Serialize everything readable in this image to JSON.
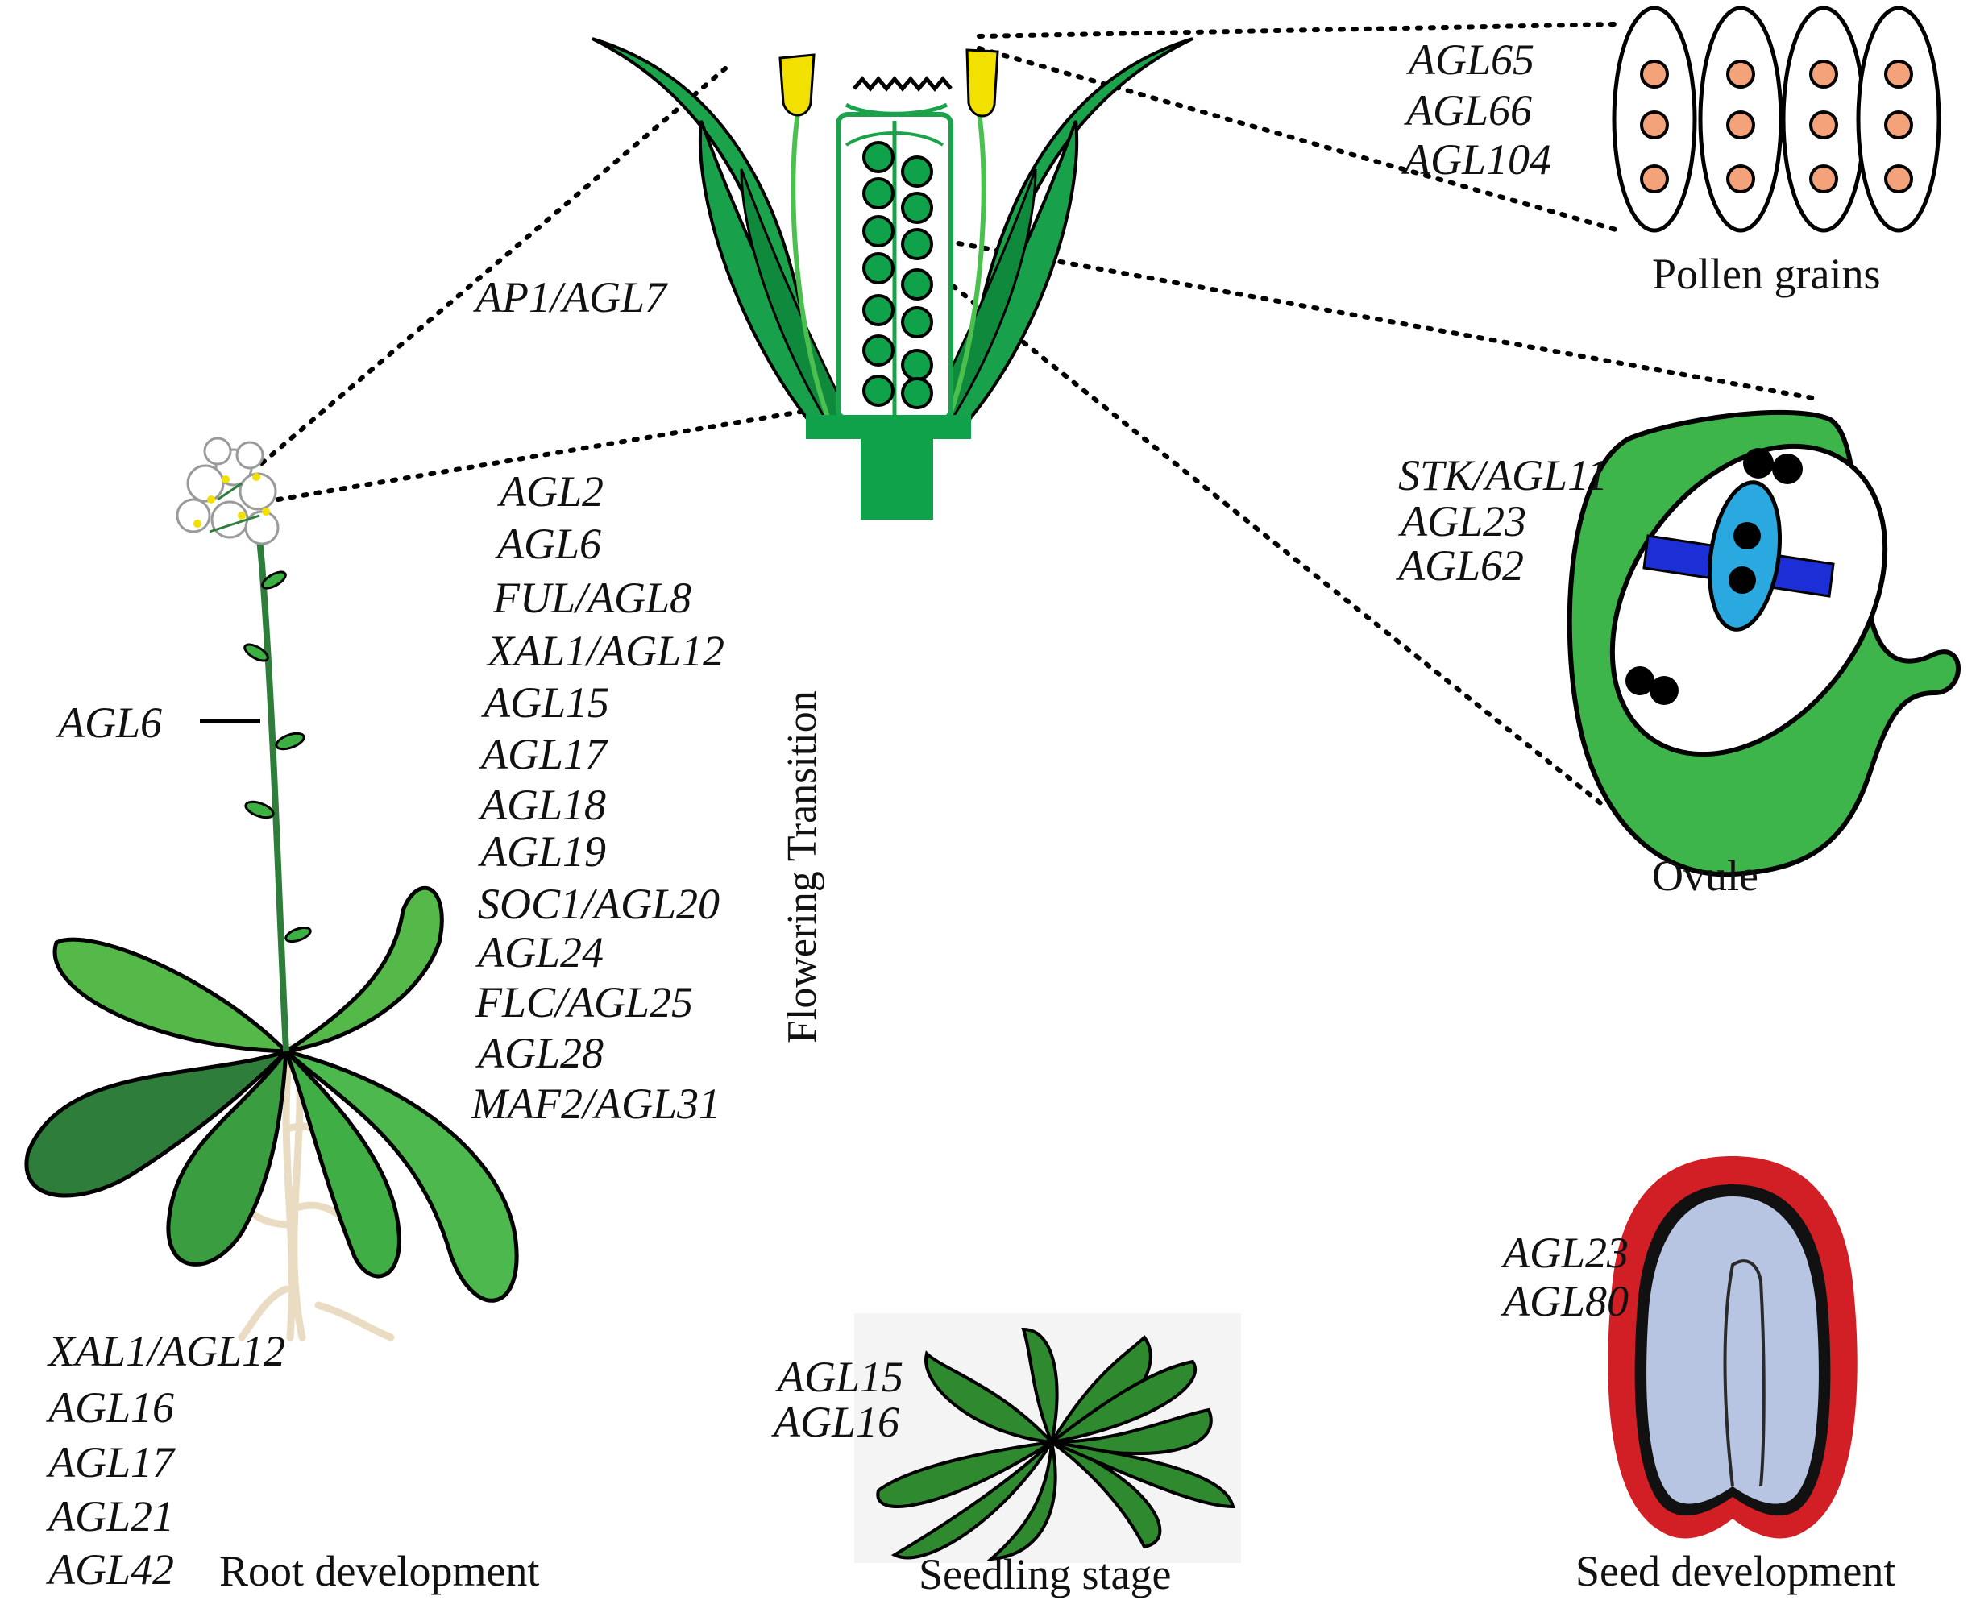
{
  "colors": {
    "leaf_green": "#3cb043",
    "leaf_dark": "#1f6f30",
    "flower_green": "#0fa24a",
    "anther_yellow": "#f2e000",
    "pollen_salmon": "#f4a27a",
    "ovule_green": "#3db54a",
    "embryo_sac_blue": "#2aa9e0",
    "ovule_band_blue": "#1c2fd6",
    "seed_coat_red": "#d21f26",
    "seed_embryo_blue": "#b7c5e3",
    "root_tan": "#e9dcc3",
    "outline": "#000000"
  },
  "flower": {
    "gene_label": "AP1/AGL7"
  },
  "pollen": {
    "genes": [
      "AGL65",
      "AGL66",
      "AGL104"
    ],
    "caption": "Pollen grains"
  },
  "ovule": {
    "genes": [
      "STK/AGL11",
      "AGL23",
      "AGL62"
    ],
    "caption": "Ovule"
  },
  "flowering_transition": {
    "caption": "Flowering Transition",
    "genes": [
      "AGL2",
      "AGL6",
      "FUL/AGL8",
      "XAL1/AGL12",
      "AGL15",
      "AGL17",
      "AGL18",
      "AGL19",
      "SOC1/AGL20",
      "AGL24",
      "FLC/AGL25",
      "AGL28",
      "MAF2/AGL31"
    ]
  },
  "stem": {
    "gene_label": "AGL6"
  },
  "root": {
    "genes": [
      "XAL1/AGL12",
      "AGL16",
      "AGL17",
      "AGL21",
      "AGL42"
    ],
    "caption": "Root development"
  },
  "seedling": {
    "genes": [
      "AGL15",
      "AGL16"
    ],
    "caption": "Seedling stage"
  },
  "seed": {
    "genes": [
      "AGL23",
      "AGL80"
    ],
    "caption": "Seed development"
  }
}
